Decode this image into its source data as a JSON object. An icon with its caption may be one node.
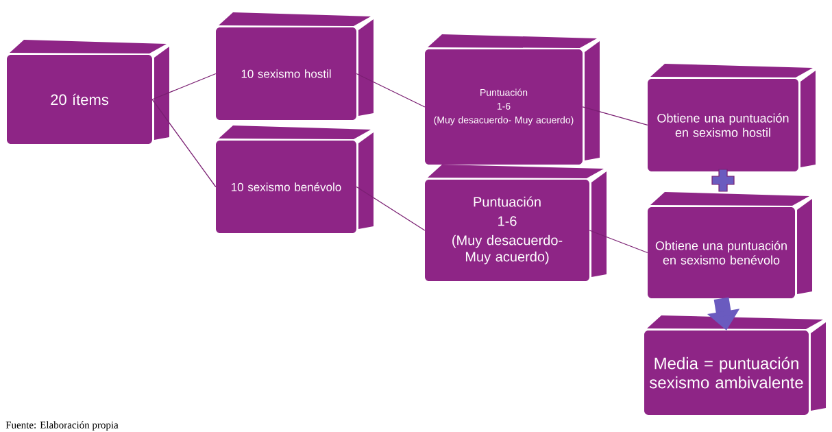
{
  "diagram": {
    "caption": "Fuente: Elaboración propia",
    "nodes": [
      {
        "text": [
          "20 ítems"
        ]
      },
      {
        "text": [
          "10 sexismo hostil"
        ]
      },
      {
        "text": [
          "10 sexismo benévolo"
        ]
      },
      {
        "text": [
          "Puntuación",
          "1-6",
          "(Muy desacuerdo- Muy acuerdo)"
        ]
      },
      {
        "text": [
          "Puntuación",
          "1-6",
          "(Muy desacuerdo- Muy acuerdo)"
        ]
      },
      {
        "text": [
          "Obtiene una puntuación en sexismo hostil"
        ]
      },
      {
        "text": [
          "Obtiene una puntuación en sexismo benévolo"
        ]
      },
      {
        "text": [
          "Media = puntuación sexismo ambivalente"
        ]
      }
    ],
    "edges": [
      {
        "from": 0,
        "to": 1,
        "arrow": "none"
      },
      {
        "from": 0,
        "to": 2,
        "arrow": "none"
      },
      {
        "from": 1,
        "to": 3,
        "arrow": "none"
      },
      {
        "from": 2,
        "to": 4,
        "arrow": "none"
      },
      {
        "from": 3,
        "to": 5,
        "arrow": "none"
      },
      {
        "from": 4,
        "to": 6,
        "arrow": "none"
      },
      {
        "from": 6,
        "to": 7,
        "arrow": "to",
        "style": "thick",
        "color": "#6a5bbf"
      }
    ]
  }
}
